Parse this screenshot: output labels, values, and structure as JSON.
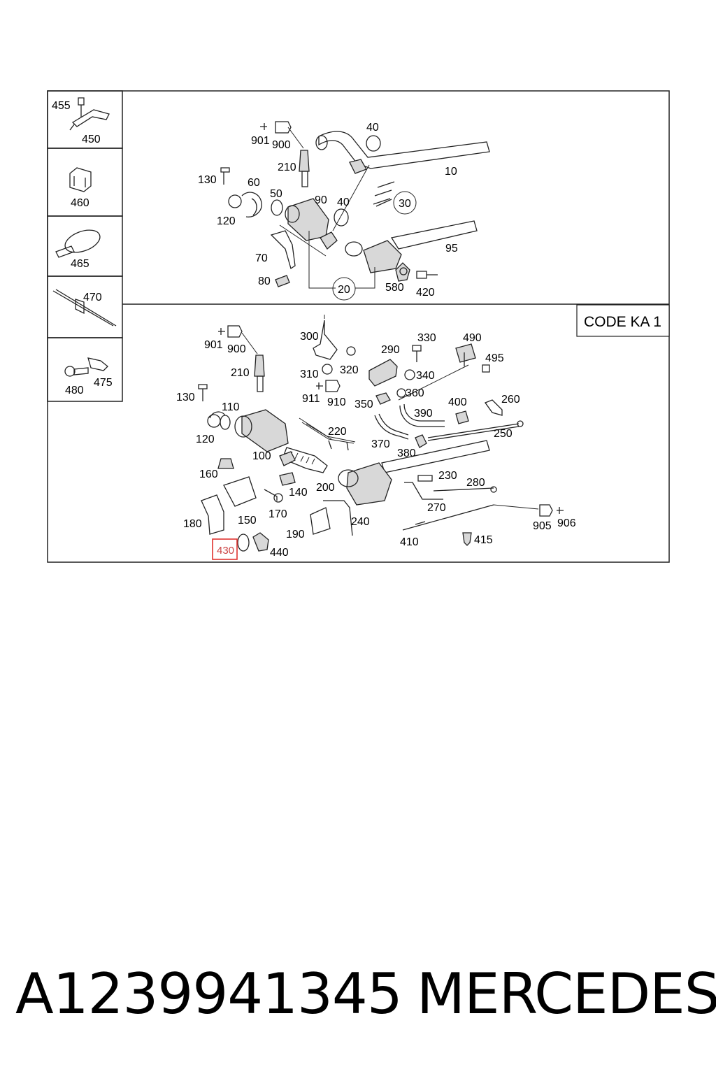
{
  "diagram": {
    "code_label": "CODE KA 1",
    "highlighted_label": "430",
    "callouts": {
      "c455": "455",
      "c450": "450",
      "c460": "460",
      "c465": "465",
      "c470": "470",
      "c480": "480",
      "c475": "475",
      "t901": "901",
      "t900": "900",
      "t210": "210",
      "t130": "130",
      "t60": "60",
      "t50": "50",
      "t90": "90",
      "t40a": "40",
      "t40b": "40",
      "t10": "10",
      "t30": "30",
      "t120": "120",
      "t95": "95",
      "t70": "70",
      "t80": "80",
      "t20": "20",
      "t580": "580",
      "t420": "420",
      "b901": "901",
      "b900": "900",
      "b300": "300",
      "b330": "330",
      "b490": "490",
      "b290": "290",
      "b495": "495",
      "b210": "210",
      "b310": "310",
      "b320": "320",
      "b340": "340",
      "b911": "911",
      "b910": "910",
      "b360": "360",
      "b350": "350",
      "b130": "130",
      "b110": "110",
      "b390": "390",
      "b400": "400",
      "b260": "260",
      "b220": "220",
      "b120": "120",
      "b250": "250",
      "b370": "370",
      "b380": "380",
      "b100": "100",
      "b160": "160",
      "b230": "230",
      "b280": "280",
      "b140": "140",
      "b200": "200",
      "b270": "270",
      "b170": "170",
      "b150": "150",
      "b240": "240",
      "b180": "180",
      "b190": "190",
      "b410": "410",
      "b415": "415",
      "b905": "905",
      "b906": "906",
      "b440": "440"
    }
  },
  "footer": {
    "part_number": "A1239941345",
    "brand": "MERCEDES"
  },
  "colors": {
    "highlight_box": "#e0322e",
    "line": "#222222"
  }
}
